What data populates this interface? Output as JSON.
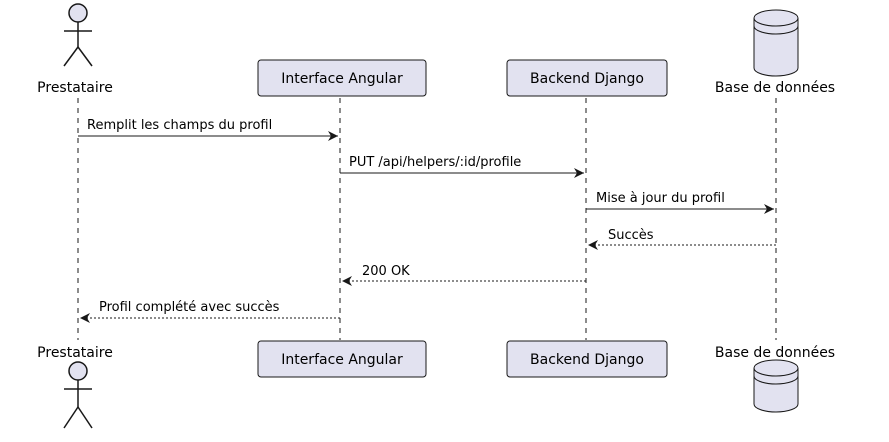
{
  "participants": [
    {
      "id": "prestataire",
      "label": "Prestataire",
      "kind": "actor"
    },
    {
      "id": "angular",
      "label": "Interface Angular",
      "kind": "participant"
    },
    {
      "id": "django",
      "label": "Backend Django",
      "kind": "participant"
    },
    {
      "id": "db",
      "label": "Base de données",
      "kind": "database"
    }
  ],
  "messages": [
    {
      "from": "prestataire",
      "to": "angular",
      "label": "Remplit les champs du profil",
      "style": "solid"
    },
    {
      "from": "angular",
      "to": "django",
      "label": "PUT /api/helpers/:id/profile",
      "style": "solid"
    },
    {
      "from": "django",
      "to": "db",
      "label": "Mise à jour du profil",
      "style": "solid"
    },
    {
      "from": "db",
      "to": "django",
      "label": "Succès",
      "style": "dashed"
    },
    {
      "from": "django",
      "to": "angular",
      "label": "200 OK",
      "style": "dashed"
    },
    {
      "from": "angular",
      "to": "prestataire",
      "label": "Profil complété avec succès",
      "style": "dashed"
    }
  ],
  "colors": {
    "box_fill": "#e2e2f0",
    "box_stroke": "#181818",
    "line": "#181818",
    "lifeline": "#181818"
  }
}
